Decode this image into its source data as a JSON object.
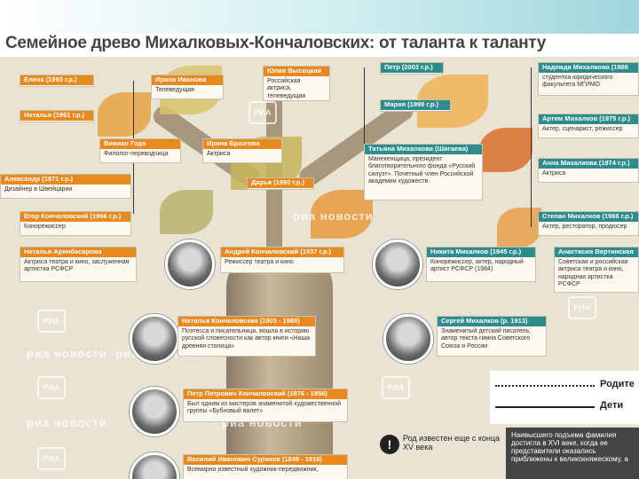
{
  "title": "Семейное древо Михалковых-Кончаловских: от таланта к таланту",
  "watermark": "риа новости",
  "logo_text": "РИА",
  "colors": {
    "header_orange": "#e8891f",
    "header_teal": "#2f8c8c"
  },
  "people": [
    {
      "name": "Елена (1993 г.р.)",
      "desc": ""
    },
    {
      "name": "Ирина Иванова",
      "desc": "Телеведущая"
    },
    {
      "name": "Юлия Высоцкая",
      "desc": "Российская актриса, телеведущая"
    },
    {
      "name": "Петр (2003 г.р.)",
      "desc": ""
    },
    {
      "name": "Надежда Михалкова (1986",
      "desc": "студентка юридического факультета МГИМО"
    },
    {
      "name": "Наталья (1991 г.р.)",
      "desc": ""
    },
    {
      "name": "Мария (1999 г.р.)",
      "desc": ""
    },
    {
      "name": "Артем Михалков (1975 г.р.)",
      "desc": "Актер, сценарист, режиссер"
    },
    {
      "name": "Вивиан Годэ",
      "desc": "Филолог-переводчица"
    },
    {
      "name": "Ирина Бразгова",
      "desc": "Актриса"
    },
    {
      "name": "Татьяна Михалкова (Шигаева)",
      "desc": "Манекенщица, президент благотворительного фонда «Русский силуэт». Почетный член Российской академии художеств"
    },
    {
      "name": "Анна Михалкова (1974 г.р.)",
      "desc": "Актриса"
    },
    {
      "name": "Александр (1971 г.р.)",
      "desc": "Дизайнер в Швейцарии"
    },
    {
      "name": "Дарья (1990 г.р.)",
      "desc": ""
    },
    {
      "name": "Егор Кончаловский (1966 г.р.)",
      "desc": "Кинорежиссер"
    },
    {
      "name": "Степан Михалков (1966 г.р.)",
      "desc": "Актер, ресторатор, продюсер"
    },
    {
      "name": "Наталья Аринбасарова",
      "desc": "Актриса театра и кино, заслуженная артистка РСФСР"
    },
    {
      "name": "Андрей Кончаловский (1937 г.р.)",
      "desc": "Режиссер театра и кино"
    },
    {
      "name": "Никита Михалков (1945 г.р.)",
      "desc": "Кинорежиссер, актер, народный артист РСФСР (1984)"
    },
    {
      "name": "Анастасия Вертинская",
      "desc": "Советская и российская актриса театра и кино, народная артистка РСФСР"
    },
    {
      "name": "Наталья Кончаловская (1903 - 1988)",
      "desc": "Поэтесса и писательница, вошла в историю русской словесности как автор книги «Наша древняя столица»"
    },
    {
      "name": "Сергей Михалков (р. 1913)",
      "desc": "Знаменитый детский писатель, автор текста гимна Советского Союза и России"
    },
    {
      "name": "Петр Петрович Кончаловский (1876 - 1956)",
      "desc": "Был одним из мастеров знаменитой художественной группы «Бубновый валет»"
    },
    {
      "name": "Василий Иванович Суриков (1848 - 1916)",
      "desc": "Всемирно известный художник-передвижник,"
    }
  ],
  "legend": {
    "parents": "Родите",
    "children": "Дети"
  },
  "note": "Род известен еще с конца XV века",
  "note_box": "Наивысшего подъема фамилия достигла в XVI веке, когда ее представители оказались приближены к великокняжескому, а"
}
